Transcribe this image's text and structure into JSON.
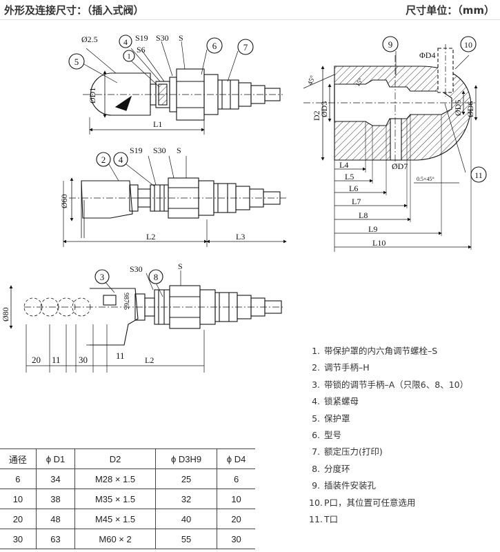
{
  "header": {
    "title": "外形及连接尺寸：（插入式阀）",
    "unit": "尺寸单位：（mm）"
  },
  "drawing_labels": {
    "d1_dia": "Ø2.5",
    "d1_o1": "ØD1",
    "s19": "S19",
    "s6": "S6",
    "s30": "S30",
    "s": "S",
    "l1": "L1",
    "d60": "Ø60",
    "l2": "L2",
    "l3": "L3",
    "d80": "Ø80",
    "dim20": "20",
    "dim11a": "11",
    "dim30": "30",
    "dim11b": "11",
    "scale": "98765",
    "angle45": "45°",
    "angle15": "15°",
    "d4": "ΦD4",
    "d2": "D2",
    "d3": "ØD3",
    "d5": "ØD5",
    "d6": "ØD6",
    "d7": "ØD7",
    "chamfer": "0.5×45°",
    "l4": "L4",
    "l5": "L5",
    "l6": "L6",
    "l7": "L7",
    "l8": "L8",
    "l9": "L9",
    "l10": "L10",
    "c1": "1",
    "c2": "2",
    "c3": "3",
    "c4": "4",
    "c5": "5",
    "c6": "6",
    "c7": "7",
    "c8": "8",
    "c9": "9",
    "c10": "10",
    "c11": "11"
  },
  "legend": [
    {
      "num": "1.",
      "text": "带保护罩的内六角调节螺栓–S"
    },
    {
      "num": "2.",
      "text": "调节手柄–H"
    },
    {
      "num": "3.",
      "text": "带锁的调节手柄–A（只限6、8、10）"
    },
    {
      "num": "4.",
      "text": "锁紧螺母"
    },
    {
      "num": "5.",
      "text": "保护罩"
    },
    {
      "num": "6.",
      "text": "型号"
    },
    {
      "num": "7.",
      "text": "额定压力(打印)"
    },
    {
      "num": "8.",
      "text": "分度环"
    },
    {
      "num": "9.",
      "text": "插装件安装孔"
    },
    {
      "num": "10.",
      "text": "P口，其位置可任意选用"
    },
    {
      "num": "11.",
      "text": "T口"
    }
  ],
  "table": {
    "headers": [
      "通径",
      "ϕ D1",
      "D2",
      "ϕ D3H9",
      "ϕ D4"
    ],
    "rows": [
      [
        "6",
        "34",
        "M28 × 1.5",
        "25",
        "6"
      ],
      [
        "10",
        "38",
        "M35 × 1.5",
        "32",
        "10"
      ],
      [
        "20",
        "48",
        "M45 × 1.5",
        "40",
        "20"
      ],
      [
        "30",
        "63",
        "M60 × 2",
        "55",
        "30"
      ]
    ]
  }
}
